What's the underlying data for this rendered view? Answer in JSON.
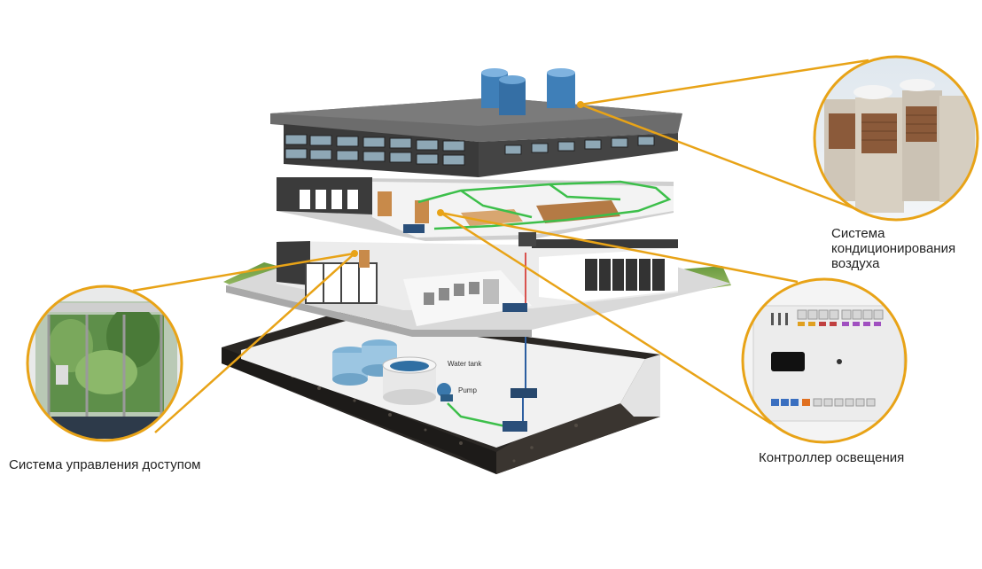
{
  "accent_color": "#E8A317",
  "callouts": {
    "air_conditioning": {
      "lines": [
        "Система",
        "кондиционирования",
        "воздуха"
      ]
    },
    "access_control": {
      "label": "Система управления доступом"
    },
    "lighting_controller": {
      "label": "Контроллер освещения"
    }
  },
  "building_labels": {
    "water_tank": "Water tank",
    "pump": "Pump"
  }
}
